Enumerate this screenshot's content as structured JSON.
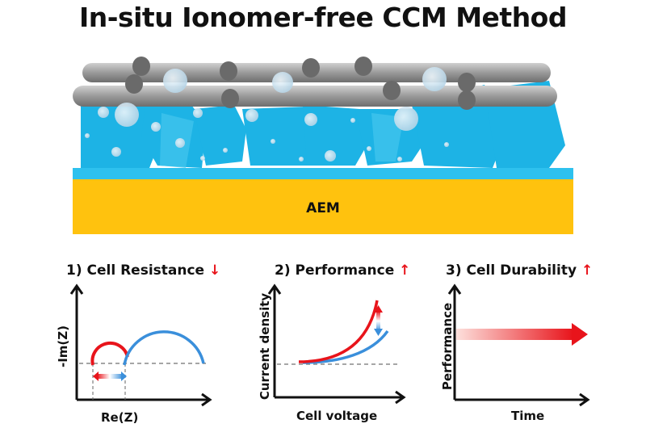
{
  "title": "In-situ Ionomer-free CCM Method",
  "scene": {
    "membrane_label": "AEM",
    "colors": {
      "membrane": "#FFC20E",
      "ionomer_water": "#22B8E8",
      "fibers": "#9A9A9A",
      "bubbles": "#DDEBF3"
    }
  },
  "panels": [
    {
      "title": "1) Cell Resistance",
      "trend": "down",
      "trend_icon": "red-down-arrow-icon",
      "x_label": "Re(Z)",
      "y_label": "-Im(Z)"
    },
    {
      "title": "2) Performance",
      "trend": "up",
      "trend_icon": "red-up-arrow-icon",
      "x_label": "Cell voltage",
      "y_label": "Current density"
    },
    {
      "title": "3) Cell Durability",
      "trend": "up",
      "trend_icon": "red-up-arrow-icon",
      "x_label": "Time",
      "y_label": "Performance"
    }
  ],
  "colors": {
    "improved": "#E8141B",
    "baseline": "#3A8FDB"
  }
}
